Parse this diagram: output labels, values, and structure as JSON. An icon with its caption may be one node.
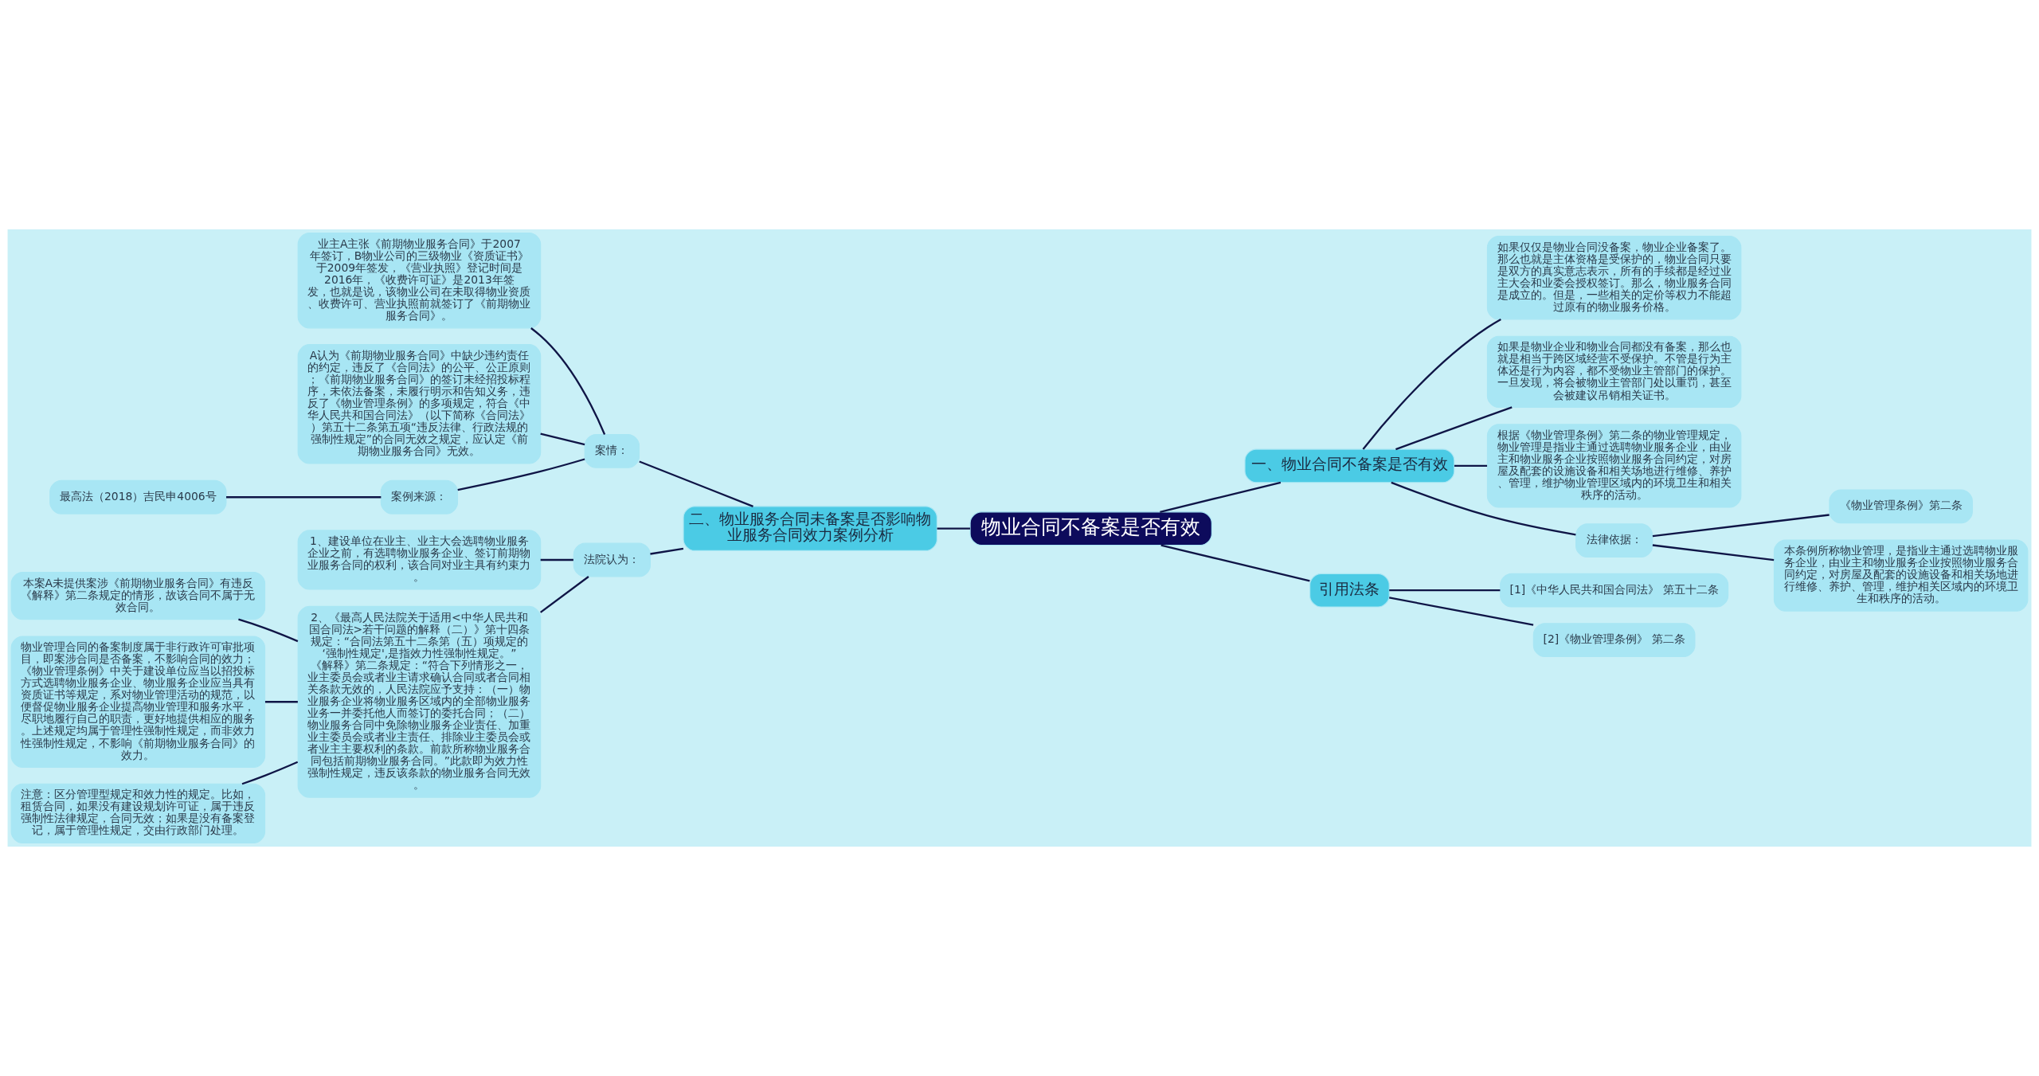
{
  "diagram": {
    "nodes": [
      {
        "text": [
          "物业合同不备案是否有效"
        ]
      },
      {
        "text": [
          "一、物业合同不备案是否有效"
        ]
      },
      {
        "text": [
          "如果仅仅是物业合同没备案，物业企业备案了。那么也就是主体资格是受保护的，物业合同只要是双方的真实意志表示，所有的手续都是经过业主大会和业委会授权签订。那么，物业服务合同是成立的。但是，一些相关的定价等权力不能超过原有的物业服务价格。"
        ]
      },
      {
        "text": [
          "如果是物业企业和物业合同都没有备案，那么也就是相当于跨区域经营不受保护。不管是行为主体还是行为内容，都不受物业主管部门的保护。一旦发现，将会被物业主管部门处以重罚，甚至会被建议吊销相关证书。"
        ]
      },
      {
        "text": [
          "根据《物业管理条例》第二条的物业管理规定，物业管理是指业主通过选聘物业服务企业，由业主和物业服务企业按照物业服务合同约定，对房屋及配套的设施设备和相关场地进行维修、养护、管理，维护物业管理区域内的环境卫生和相关秩序的活动。"
        ]
      },
      {
        "text": [
          "法律依据："
        ]
      },
      {
        "text": [
          "《物业管理条例》第二条"
        ]
      },
      {
        "text": [
          "本条例所称物业管理，是指业主通过选聘物业服务企业，由业主和物业服务企业按照物业服务合同约定，对房屋及配套的设施设备和相关场地进行维修、养护、管理，维护相关区域内的环境卫生和秩序的活动。"
        ]
      },
      {
        "text": [
          "引用法条"
        ]
      },
      {
        "text": [
          "[1]《中华人民共和国合同法》 第五十二条"
        ]
      },
      {
        "text": [
          "[2]《物业管理条例》 第二条"
        ]
      },
      {
        "text": [
          "二、物业服务合同未备案是否影响物业服务合同效力案例分析"
        ]
      },
      {
        "text": [
          "案情："
        ]
      },
      {
        "text": [
          "业主A主张《前期物业服务合同》于2007年签订，B物业公司的三级物业《资质证书》于2009年签发，《营业执照》登记时间是2016年，《收费许可证》是2013年签发，也就是说，该物业公司在未取得物业资质、收费许可、营业执照前就签订了《前期物业服务合同》。"
        ]
      },
      {
        "text": [
          "A认为《前期物业服务合同》中缺少违约责任的约定，违反了《合同法》的公平、公正原则；《前期物业服务合同》的签订未经招投标程序，未依法备案，未履行明示和告知义务，违反了《物业管理条例》的多项规定，符合《中华人民共和国合同法》（以下简称《合同法》）第五十二条第五项“违反法律、行政法规的强制性规定”的合同无效之规定，应认定《前期物业服务合同》无效。"
        ]
      },
      {
        "text": [
          "案例来源："
        ]
      },
      {
        "text": [
          "最高法（2018）吉民申4006号"
        ]
      },
      {
        "text": [
          "法院认为："
        ]
      },
      {
        "text": [
          "1、建设单位在业主、业主大会选聘物业服务企业之前，有选聘物业服务企业、签订前期物业服务合同的权利，该合同对业主具有约束力。"
        ]
      },
      {
        "text": [
          "2、《最高人民法院关于适用<中华人民共和国合同法>若干问题的解释（二）》第十四条规定：“合同法第五十二条第（五）项规定的‘强制性规定',是指效力性强制性规定。”《解释》第二条规定：“符合下列情形之一，业主委员会或者业主请求确认合同或者合同相关条款无效的，人民法院应予支持：（一）物业服务企业将物业服务区域内的全部物业服务业务一并委托他人而签订的委托合同；（二）物业服务合同中免除物业服务企业责任、加重业主委员会或者业主责任、排除业主委员会或者业主主要权利的条款。前款所称物业服务合同包括前期物业服务合同。”此款即为效力性强制性规定，违反该条款的物业服务合同无效。"
        ]
      },
      {
        "text": [
          "本案A未提供案涉《前期物业服务合同》有违反《解释》第二条规定的情形，故该合同不属于无效合同。"
        ]
      },
      {
        "text": [
          "物业管理合同的备案制度属于非行政许可审批项目，即案涉合同是否备案，不影响合同的效力；《物业管理条例》中关于建设单位应当以招投标方式选聘物业服务企业、物业服务企业应当具有资质证书等规定，系对物业管理活动的规范，以便督促物业服务企业提高物业管理和服务水平，尽职地履行自己的职责，更好地提供相应的服务。上述规定均属于管理性强制性规定，而非效力性强制性规定，不影响《前期物业服务合同》的效力。"
        ]
      },
      {
        "text": [
          "注意：区分管理型规定和效力性的规定。比如，租赁合同，如果没有建设规划许可证，属于违反强制性法律规定，合同无效；如果是没有备案登记，属于管理性规定，交由行政部门处理。"
        ]
      }
    ],
    "edges": [
      {
        "from": 0,
        "to": 1,
        "arrow": "none"
      },
      {
        "from": 1,
        "to": 2,
        "arrow": "none"
      },
      {
        "from": 1,
        "to": 3,
        "arrow": "none"
      },
      {
        "from": 1,
        "to": 4,
        "arrow": "none"
      },
      {
        "from": 1,
        "to": 5,
        "arrow": "none"
      },
      {
        "from": 5,
        "to": 6,
        "arrow": "none"
      },
      {
        "from": 5,
        "to": 7,
        "arrow": "none"
      },
      {
        "from": 0,
        "to": 8,
        "arrow": "none"
      },
      {
        "from": 8,
        "to": 9,
        "arrow": "none"
      },
      {
        "from": 8,
        "to": 10,
        "arrow": "none"
      },
      {
        "from": 0,
        "to": 11,
        "arrow": "none"
      },
      {
        "from": 11,
        "to": 12,
        "arrow": "none"
      },
      {
        "from": 12,
        "to": 13,
        "arrow": "none"
      },
      {
        "from": 12,
        "to": 14,
        "arrow": "none"
      },
      {
        "from": 12,
        "to": 15,
        "arrow": "none"
      },
      {
        "from": 15,
        "to": 16,
        "arrow": "none"
      },
      {
        "from": 11,
        "to": 17,
        "arrow": "none"
      },
      {
        "from": 17,
        "to": 18,
        "arrow": "none"
      },
      {
        "from": 17,
        "to": 19,
        "arrow": "none"
      },
      {
        "from": 19,
        "to": 20,
        "arrow": "none"
      },
      {
        "from": 19,
        "to": 21,
        "arrow": "none"
      },
      {
        "from": 19,
        "to": 22,
        "arrow": "none"
      }
    ]
  }
}
